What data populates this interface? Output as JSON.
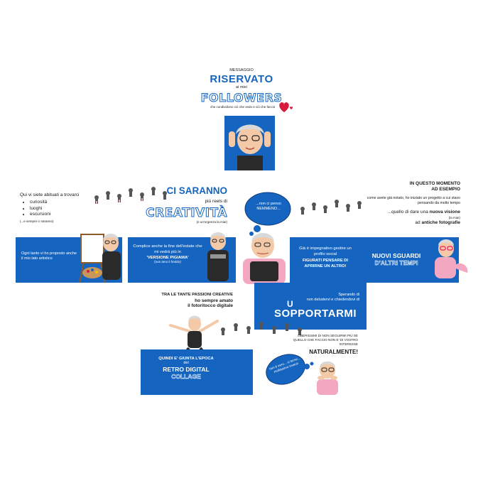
{
  "header": {
    "pre": "MESSAGGIO",
    "title": "RISERVATO",
    "ai": "ai miei",
    "followers": "FOLLOWERS",
    "sub": "che condividono ciò che vedo e ciò che faccio"
  },
  "left_intro": {
    "lead": "Qui vi siete abituati a trovarci",
    "items": [
      "curiosità",
      "luoghi",
      "escursioni"
    ],
    "note": "(...e sempre ci saranno)"
  },
  "creativita": {
    "ci_saranno": "CI SARANNO",
    "piu_reels": "più reels di",
    "word": "CREATIVITÀ",
    "note": "(e un'urgenza la mia!)"
  },
  "panel_left": {
    "text": "Ogni tanto vi ho proposto anche il mio lato artistico"
  },
  "panel_mid": {
    "line1": "Complice anche la fine dell'estate che mi vedrà più in",
    "highlight": "'VERSIONE PIGIAMA'",
    "note": "(non amo il freddo)"
  },
  "bubble_top": {
    "text": "...non ci penso NEMMENO..."
  },
  "panel_social": {
    "line1": "Già è impegnativo gestire un profilo social",
    "bold": "FIGURATI PENSARE DI APRIRNE UN ALTRO!"
  },
  "right_intro": {
    "title1": "IN QUESTO MOMENTO",
    "title2": "AD ESEMPIO",
    "body": "come avete già notato, ho iniziato un progetto a cui stavo pensando da molto tempo",
    "vision_pre": "...quello di dare una",
    "vision_bold": "nuova visione",
    "vision_note": "(la mia!)",
    "foto_pre": "ad",
    "foto_bold": "antiche fotografie"
  },
  "panel_right": {
    "line1": "NUOVI SGUARDI",
    "line2": "D'ALTRI TEMPI"
  },
  "passioni": {
    "line1": "TRA LE TANTE PASSIONI CREATIVE",
    "line2": "ho sempre amato",
    "line3": "il fotoritocco digitale"
  },
  "sopportarmi": {
    "lead1": "Sperando di",
    "lead2": "non deludervi e chiedendovi di",
    "u": "U",
    "word": "SOPPORTARMI"
  },
  "liberissimi": {
    "text": "LIBERISSIMI DI NON SEGUIRMI PIÙ SE QUELLO CHE FACCIO NON E' DI VOSTRO INTERESSE",
    "bold": "NATURALMENTE!"
  },
  "panel_retro": {
    "line1": "QUINDI E' GIUNTA L'EPOCA",
    "del": "del",
    "line2": "RETRO DIGITAL",
    "line3": "COLLAGE"
  },
  "bubble_bottom": {
    "text": "non è vero... ci terrei... moltissimo invece"
  },
  "colors": {
    "brand_blue": "#1565c0",
    "heart_red": "#d81b3c",
    "pink": "#f4a7c0"
  }
}
